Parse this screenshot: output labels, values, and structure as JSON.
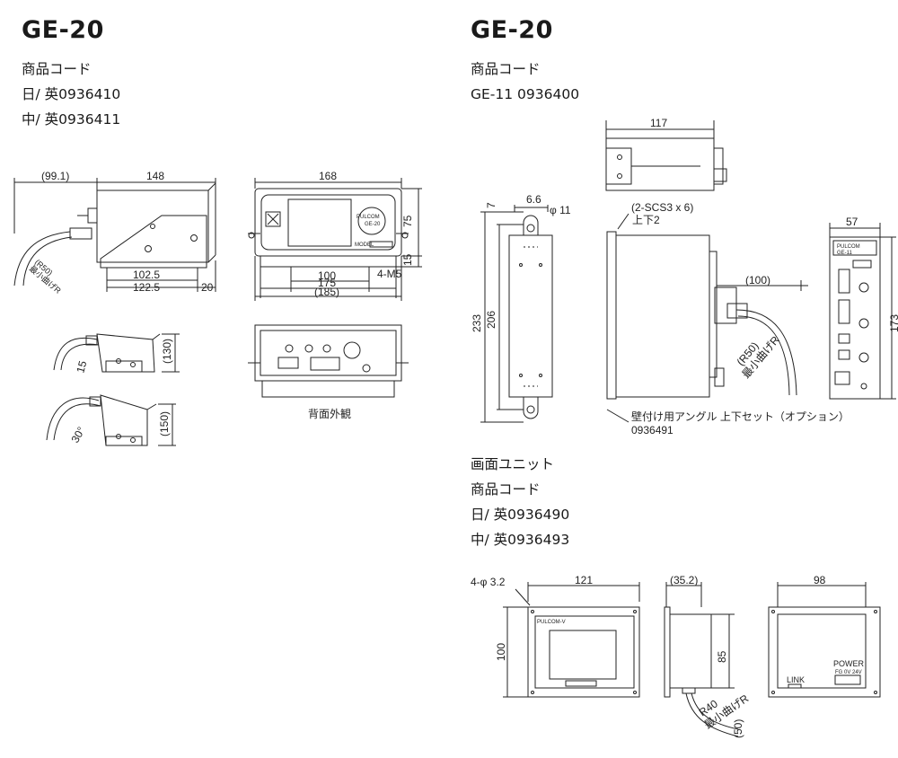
{
  "left": {
    "title": "GE-20",
    "lines": [
      "商品コード",
      "日/ 英0936410",
      "中/ 英0936411"
    ]
  },
  "right": {
    "title": "GE-20",
    "lines": [
      "商品コード",
      "GE-11 0936400"
    ]
  },
  "screen_unit": {
    "lines": [
      "画面ユニット",
      "商品コード",
      "日/ 英0936490",
      "中/ 英0936493"
    ]
  },
  "labels": {
    "d_99_1": "(99.1)",
    "d_148": "148",
    "d_r50_a": "(R50)",
    "bend_a": "最小曲げR",
    "d_102_5": "102.5",
    "d_122_5": "122.5",
    "d_20": "20",
    "d_168": "168",
    "d_75": "75",
    "d_15": "15",
    "d_100": "100",
    "d_4m5": "4-M5",
    "d_175": "175",
    "d_185": "(185)",
    "d_15b": "15",
    "d_130": "(130)",
    "d_30": "30°",
    "d_150": "(150)",
    "rear": "背面外観",
    "pulcom_a": "PULCOM",
    "ge20_a": "GE-20",
    "model_a": "MODEL",
    "d_117": "117",
    "d_6_6": "6.6",
    "d_7": "7",
    "d_phi11": "φ 11",
    "d_scs": "(2-SCS3 x 6)",
    "d_updown2": "上下2",
    "d_233": "233",
    "d_206": "206",
    "d_100b": "(100)",
    "d_173": "173",
    "d_57": "57",
    "d_r50_b": "(R50)",
    "bend_b": "最小曲げR",
    "pulcom_b": "PULCOM",
    "ge11_b": "GE-11",
    "bracket": "壁付け用アングル 上下セット（オプション）",
    "bracket_code": "0936491",
    "d_4phi32": "4-φ 3.2",
    "d_121": "121",
    "d_100c": "100",
    "pulcom_v": "PULCOM-V",
    "d_35_2": "(35.2)",
    "d_85": "85",
    "d_r40": "R40",
    "bend_c": "最小曲げR",
    "d_50": "(50)",
    "d_98": "98",
    "power": "POWER",
    "fg": "FG 0V 24V",
    "link": "LINK"
  }
}
